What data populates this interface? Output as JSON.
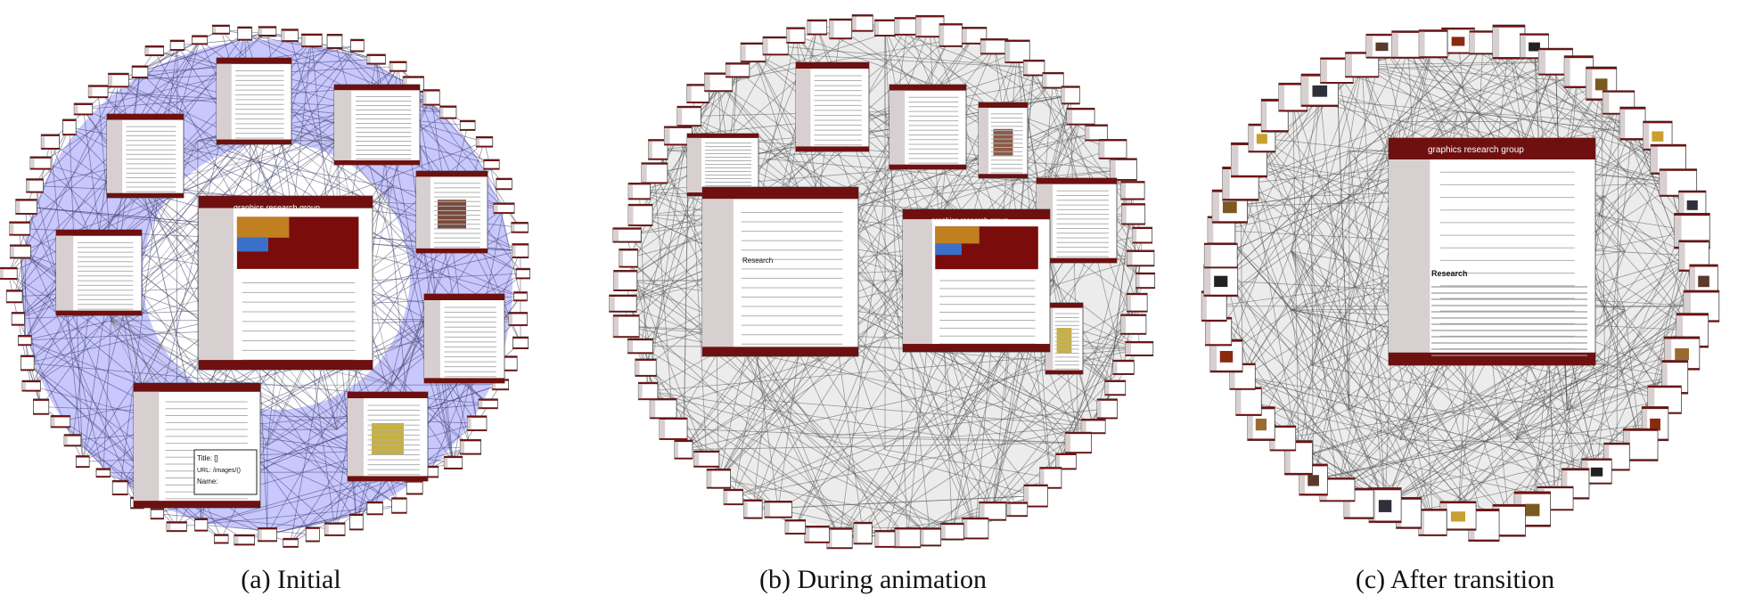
{
  "captions": {
    "initial": "(a) Initial",
    "during": "(b) During animation",
    "after": "(c) After transition"
  },
  "colors": {
    "ring_initial": "#c8c8ff",
    "ring_neutral": "#ececec",
    "page_header": "#6e1010",
    "page_sidebar": "#d8d0d0",
    "page_banner": "#7a0c0c",
    "link_line": "#555555"
  },
  "thumbnail_text": {
    "site_title": "graphics research group",
    "initial_popup_title": "Title: []",
    "initial_popup_url": "URL: /images/()",
    "initial_popup_name": "Name:",
    "research_heading": "Research"
  }
}
